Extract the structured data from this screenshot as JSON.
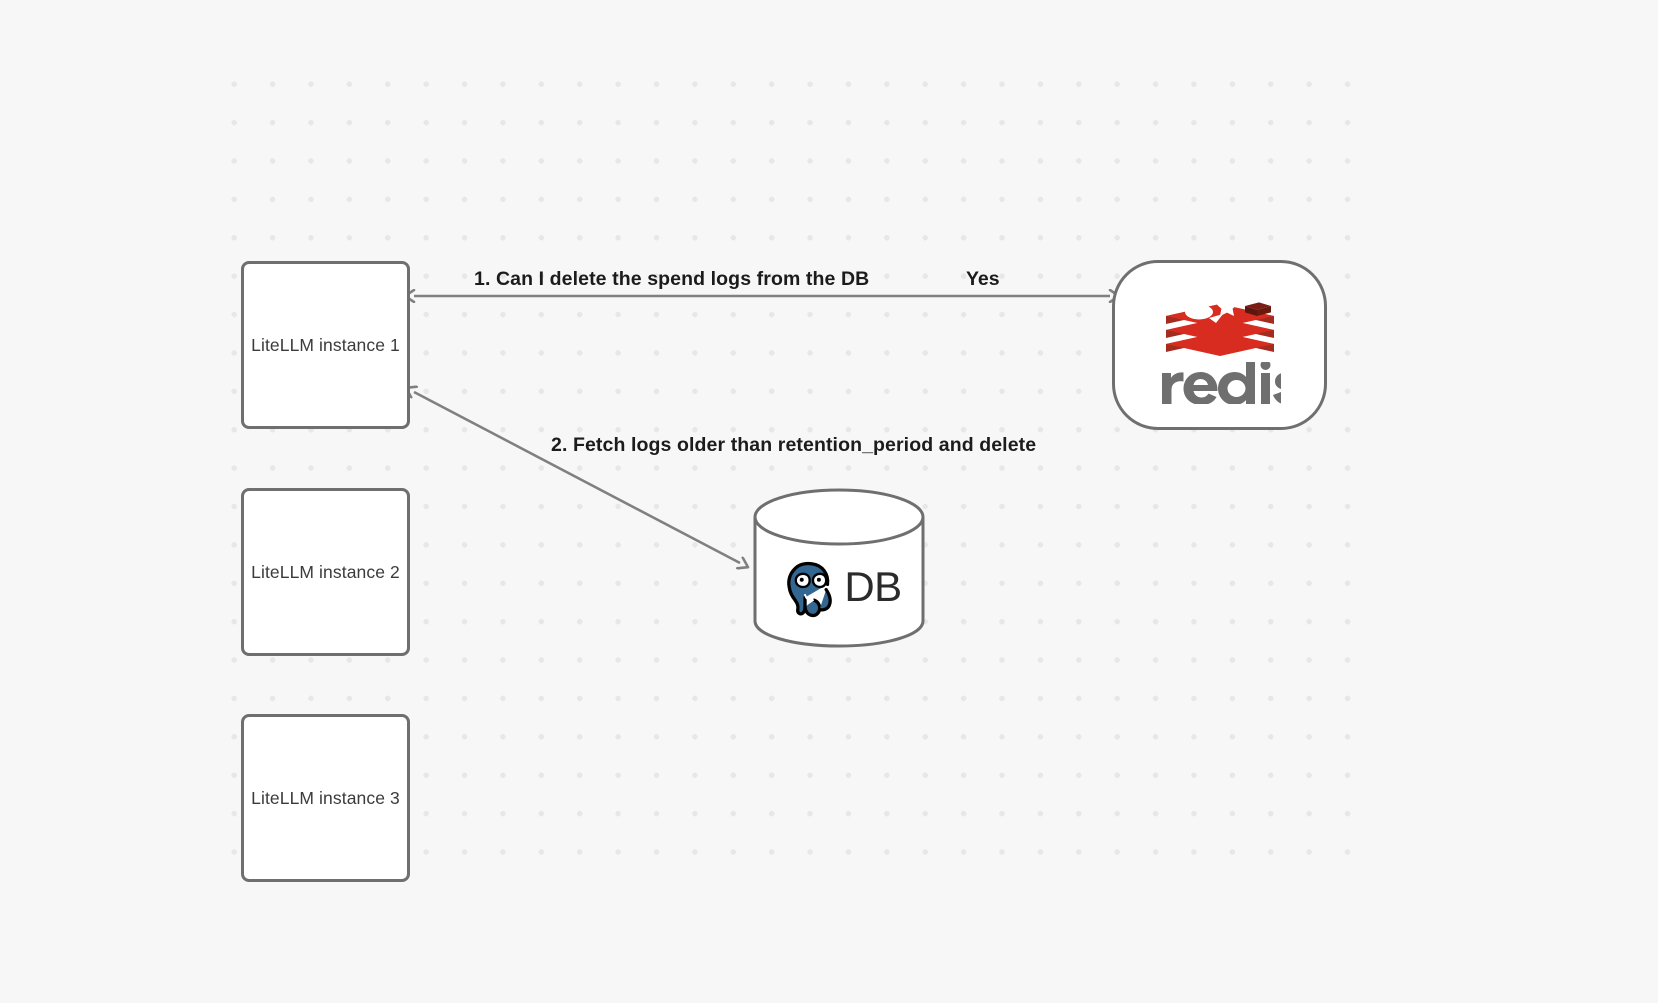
{
  "canvas": {
    "background_color": "#f7f7f7",
    "dot_color": "#e7e7e7"
  },
  "nodes": [
    {
      "id": "litellm-1",
      "label": "LiteLLM instance 1",
      "shape": "rounded-rect"
    },
    {
      "id": "litellm-2",
      "label": "LiteLLM instance 2",
      "shape": "rounded-rect"
    },
    {
      "id": "litellm-3",
      "label": "LiteLLM instance 3",
      "shape": "rounded-rect"
    },
    {
      "id": "redis",
      "label": "redis",
      "shape": "rounded-card",
      "icon": "redis-logo-icon",
      "accent_color": "#d82c20"
    },
    {
      "id": "db",
      "label": "DB",
      "shape": "cylinder",
      "icon": "postgresql-elephant-icon",
      "accent_color": "#336791"
    }
  ],
  "edges": [
    {
      "id": "edge-1",
      "label": "1.  Can I delete the spend logs from the DB",
      "reply_label": "Yes",
      "from": "litellm-1",
      "to": "redis",
      "direction": "bidirectional"
    },
    {
      "id": "edge-2",
      "label": "2.  Fetch logs older than retention_period and delete",
      "from": "litellm-1",
      "to": "db",
      "direction": "bidirectional"
    }
  ],
  "stroke": {
    "node_border_color": "#6f6f6f",
    "edge_color": "#808080",
    "text_color": "#1c1c1c",
    "node_label_color": "#3b3b3b"
  }
}
